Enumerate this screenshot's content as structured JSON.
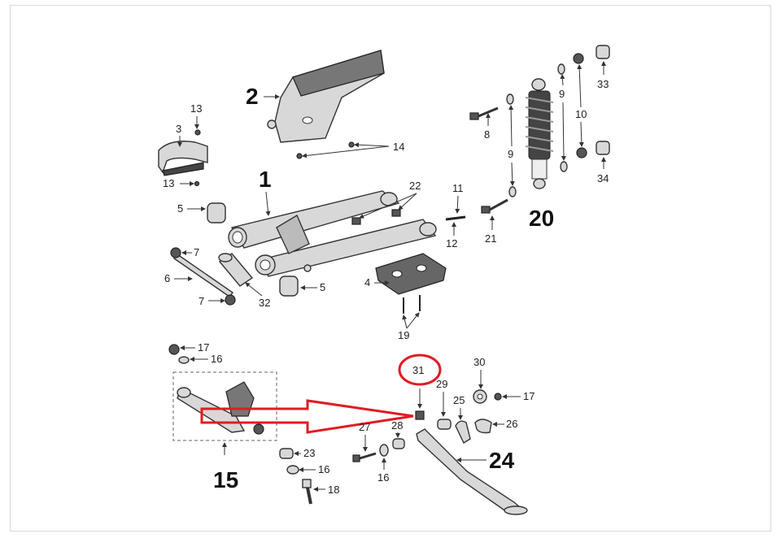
{
  "labels": {
    "l1": "1",
    "l2": "2",
    "l3": "3",
    "l4": "4",
    "l5a": "5",
    "l5b": "5",
    "l6": "6",
    "l7a": "7",
    "l7b": "7",
    "l8": "8",
    "l9a": "9",
    "l9b": "9",
    "l10": "10",
    "l11": "11",
    "l12": "12",
    "l13a": "13",
    "l13b": "13",
    "l14": "14",
    "l15": "15",
    "l16a": "16",
    "l16b": "16",
    "l16c": "16",
    "l17a": "17",
    "l17b": "17",
    "l18": "18",
    "l19": "19",
    "l20": "20",
    "l21": "21",
    "l22": "22",
    "l23": "23",
    "l24": "24",
    "l25": "25",
    "l26": "26",
    "l27": "27",
    "l28": "28",
    "l29": "29",
    "l30": "30",
    "l31": "31",
    "l32": "32",
    "l33": "33",
    "l34": "34"
  },
  "colors": {
    "highlight": "#e21b23"
  }
}
